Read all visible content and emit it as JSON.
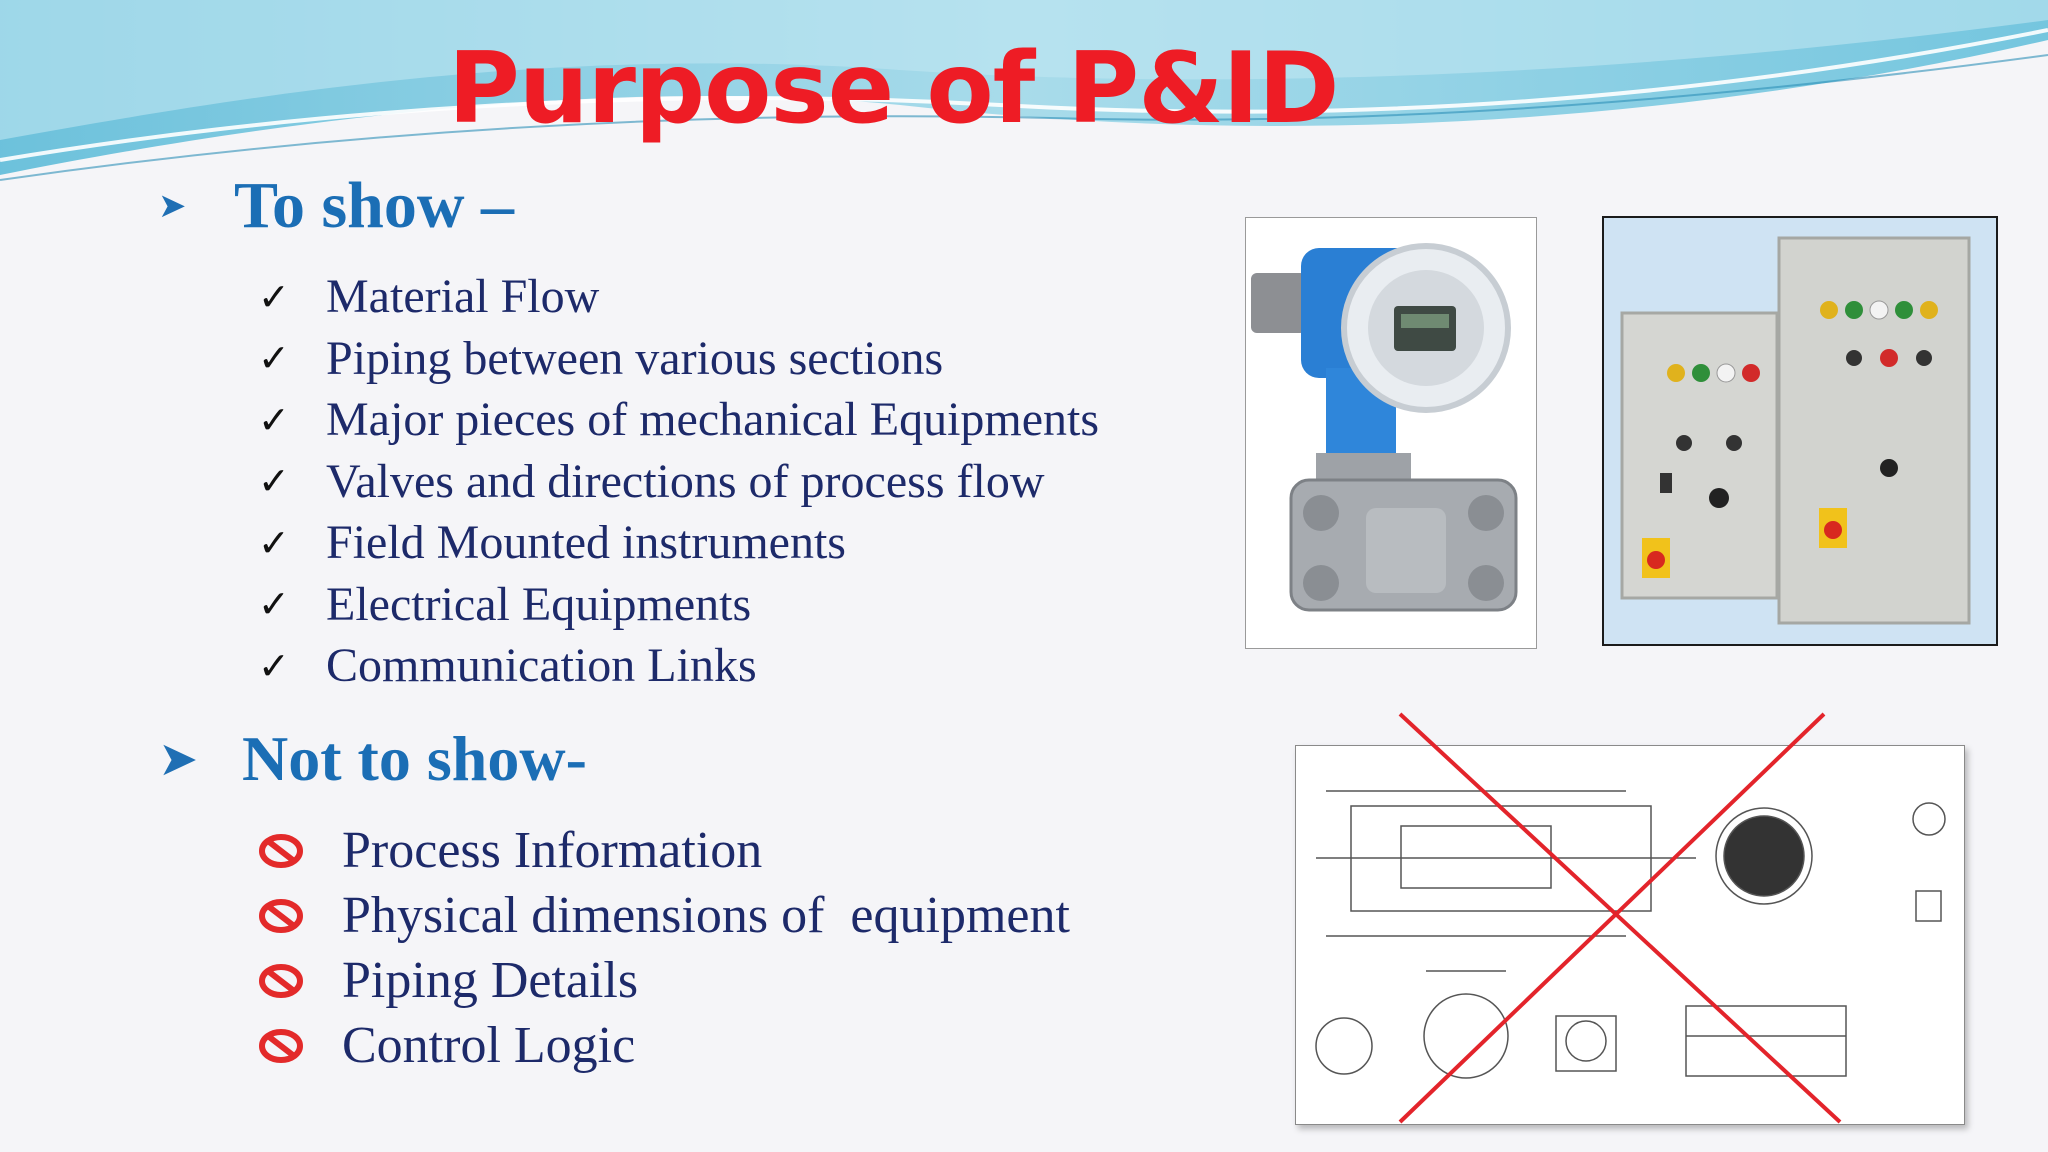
{
  "slide": {
    "title": "Purpose of P&ID",
    "show_section": {
      "heading": "To show –",
      "items": [
        "Material Flow",
        "Piping between various sections",
        "Major pieces of mechanical Equipments",
        "Valves and directions of process flow",
        "Field Mounted instruments",
        "Electrical Equipments",
        "Communication Links"
      ]
    },
    "not_show_section": {
      "heading": "Not to show-",
      "items": [
        "Process Information",
        "Physical dimensions of  equipment",
        "Piping Details",
        "Control Logic"
      ]
    }
  },
  "icons": {
    "section_bullet": "arrowhead-bullet-icon",
    "show_bullet": "checkmark-icon",
    "not_show_bullet": "no-sign-icon"
  },
  "colors": {
    "title": "#ee1c25",
    "heading": "#1b6eb5",
    "body_text": "#1d2a6a",
    "cross_out": "#e3242b",
    "transmitter_body": "#2a7fd4",
    "wave": "#4fb8d6"
  }
}
